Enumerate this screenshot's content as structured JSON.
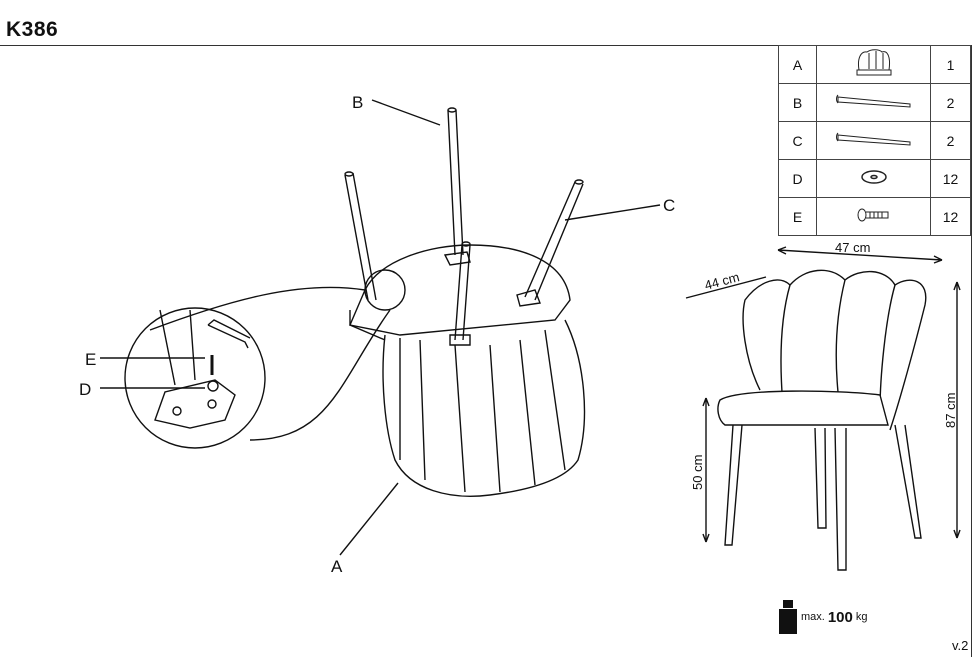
{
  "title": "K386",
  "parts": [
    {
      "letter": "A",
      "icon": "seat-icon",
      "qty": "1"
    },
    {
      "letter": "B",
      "icon": "leg-icon",
      "qty": "2"
    },
    {
      "letter": "C",
      "icon": "leg-icon",
      "qty": "2"
    },
    {
      "letter": "D",
      "icon": "washer-icon",
      "qty": "12"
    },
    {
      "letter": "E",
      "icon": "bolt-icon",
      "qty": "12"
    }
  ],
  "callouts": {
    "A": "A",
    "B": "B",
    "C": "C",
    "D": "D",
    "E": "E"
  },
  "dimensions": {
    "width": "47 cm",
    "depth": "44 cm",
    "seat_height": "50 cm",
    "height": "87 cm"
  },
  "max_load": {
    "prefix": "max.",
    "value": "100",
    "unit": "kg"
  },
  "version": "v.2"
}
